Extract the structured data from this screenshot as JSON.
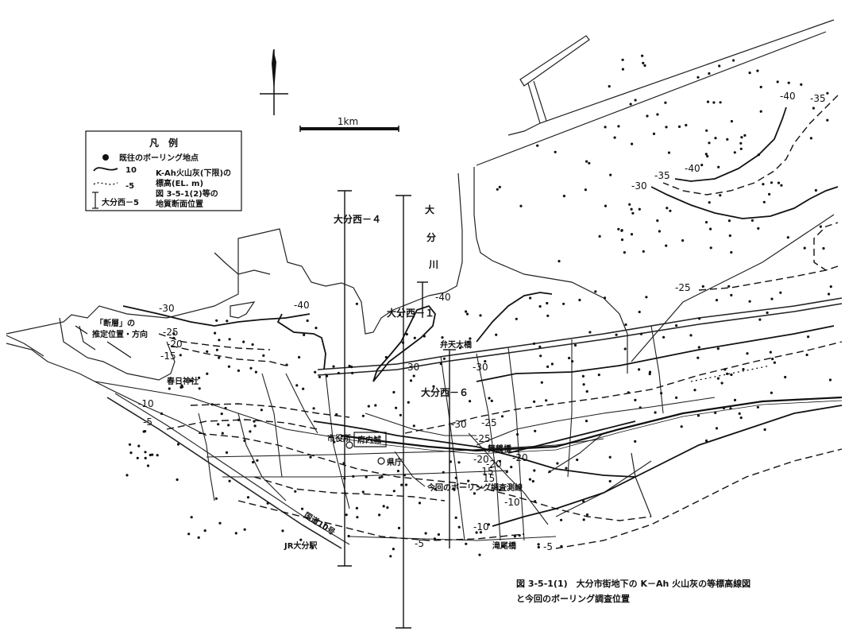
{
  "legend": {
    "title": "凡　例",
    "boring_points": "既往のボーリング地点",
    "contour_title_1": "K-Ah火山灰(下限)の",
    "contour_title_2": "標高(EL. m)",
    "contour_value_solid": "10",
    "contour_value_dashed": "-5",
    "section_line_1": "図 3-5-1(2)等の",
    "section_line_2": "地質断面位置",
    "section_example": "大分西－5"
  },
  "scale": {
    "label": "1km"
  },
  "sections": {
    "s4": "大分西－４",
    "s1": "大分西－１",
    "s6": "大分西－６"
  },
  "places": {
    "river_1": "大",
    "river_2": "分",
    "river_3": "川",
    "benten": "弁天大橋",
    "kasuga": "春日神社",
    "shiyakusho": "市役所",
    "funai": "府内城",
    "kencho": "県庁",
    "maizuru": "舞鶴橋",
    "route10": "国道10号",
    "jr": "JR大分駅",
    "takio": "滝尾橋",
    "survey_line": "今回のボーリング調査測線",
    "fault_1": "「断層」の",
    "fault_2": "推定位置・方向"
  },
  "contours": {
    "c_m40a": "-40",
    "c_m35a": "-35",
    "c_m40b": "-40",
    "c_m35b": "-35",
    "c_m30a": "-30",
    "c_m25a": "-25",
    "c_m30b": "-30",
    "c_m40c": "-40",
    "c_m40d": "-40",
    "c_m25b": "-25",
    "c_m20a": "-20",
    "c_m15a": "-15",
    "c_m30c": "30",
    "c_m30d": "-30",
    "c_m10a": "-10",
    "c_m5a": "-5",
    "c_m30e": "-30",
    "c_m25c": "-25",
    "c_m25d": "-25",
    "c_m20b": "-20",
    "c_m20c": "-20",
    "c_m20d": "-20",
    "c_m15b": "-15",
    "c_m15c": "15",
    "c_m10b": "-10",
    "c_m10c": "-10",
    "c_m5b": "-5",
    "c_m5c": "-5"
  },
  "caption": {
    "line1": "図 3-5-1(1)　大分市街地下の K－Ah 火山灰の等標高線図",
    "line2": "と今回のボーリング調査位置"
  }
}
